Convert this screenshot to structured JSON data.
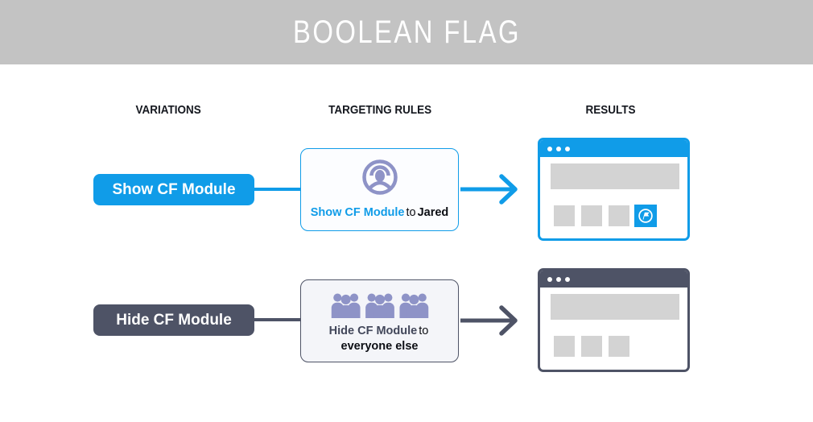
{
  "header": {
    "title": "BOOLEAN FLAG"
  },
  "columns": {
    "variations": "VARIATIONS",
    "targeting": "TARGETING RULES",
    "results": "RESULTS"
  },
  "colors": {
    "blue": "#109ce8",
    "dark": "#4e5366",
    "periwinkle": "#8e93c7",
    "header_bg": "#c3c3c3",
    "placeholder_gray": "#d3d3d3"
  },
  "rows": [
    {
      "variation_label": "Show CF Module",
      "rule": {
        "icon": "single-user-icon",
        "flag": "Show CF Module",
        "connector": "to",
        "audience": "Jared"
      },
      "result": {
        "window_dots": 3,
        "shows_module": true,
        "module_icon": "flag-circle-icon"
      }
    },
    {
      "variation_label": "Hide CF Module",
      "rule": {
        "icon": "crowd-icon",
        "flag": "Hide CF Module",
        "connector": "to",
        "audience": "everyone else"
      },
      "result": {
        "window_dots": 3,
        "shows_module": false
      }
    }
  ]
}
